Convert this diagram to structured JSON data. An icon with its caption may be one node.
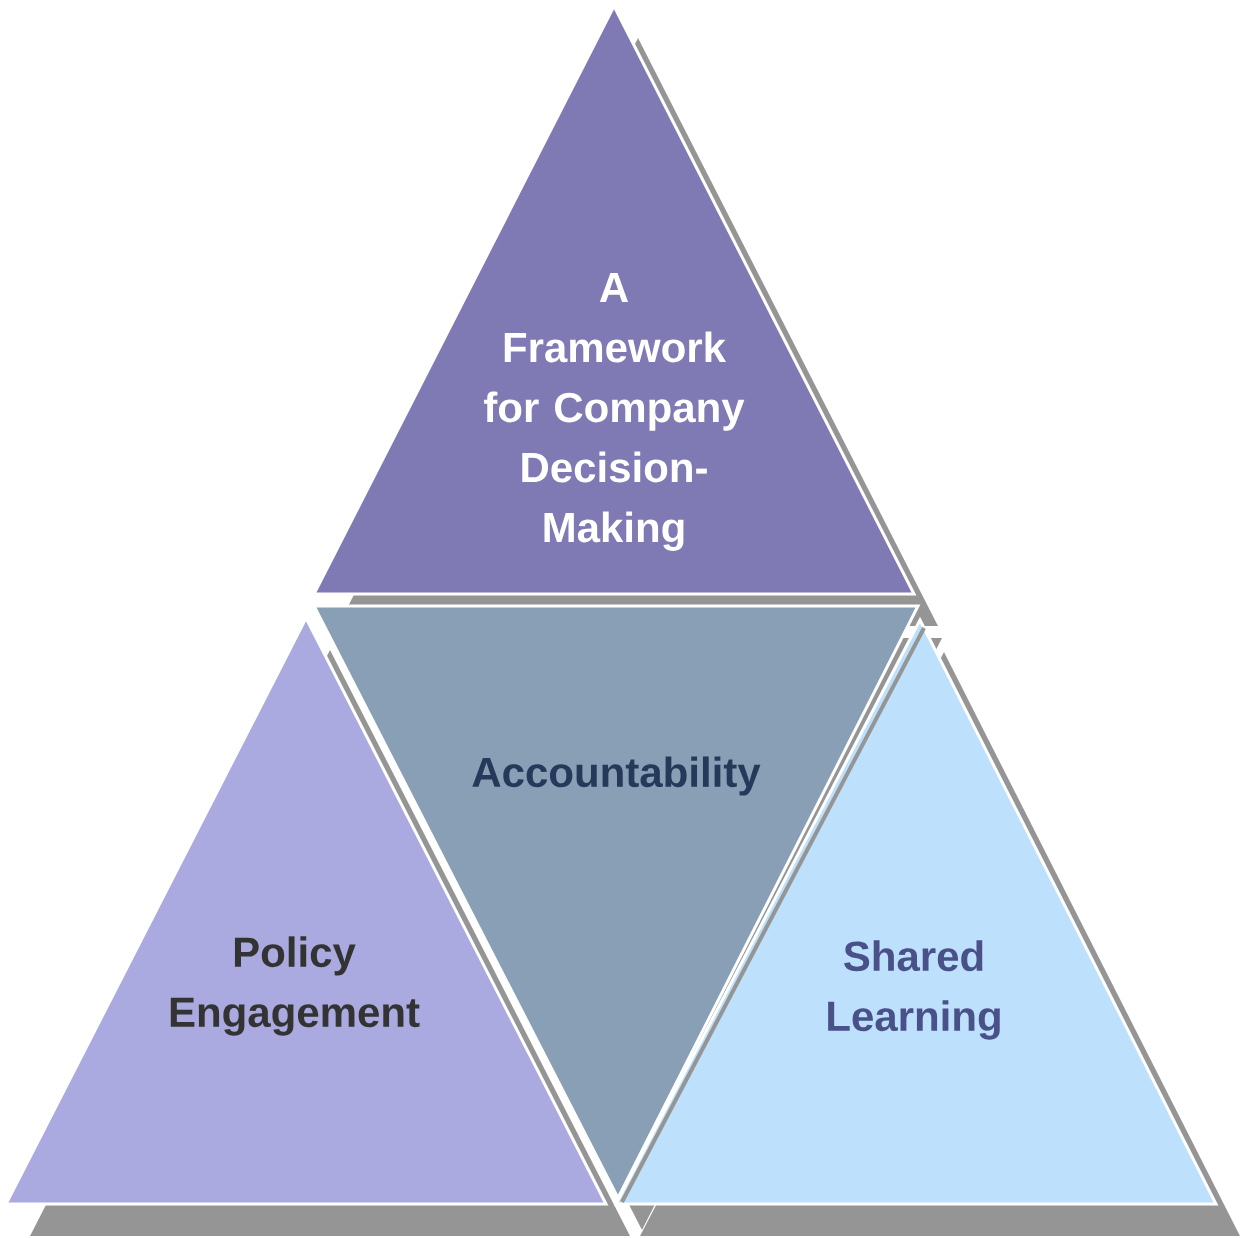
{
  "diagram": {
    "nodes": [
      {
        "text": [
          "A Framework for Company Decision-Making"
        ]
      },
      {
        "text": [
          "Accountability"
        ]
      },
      {
        "text": [
          "Policy Engagement"
        ]
      },
      {
        "text": [
          "Shared Learning"
        ]
      }
    ]
  }
}
